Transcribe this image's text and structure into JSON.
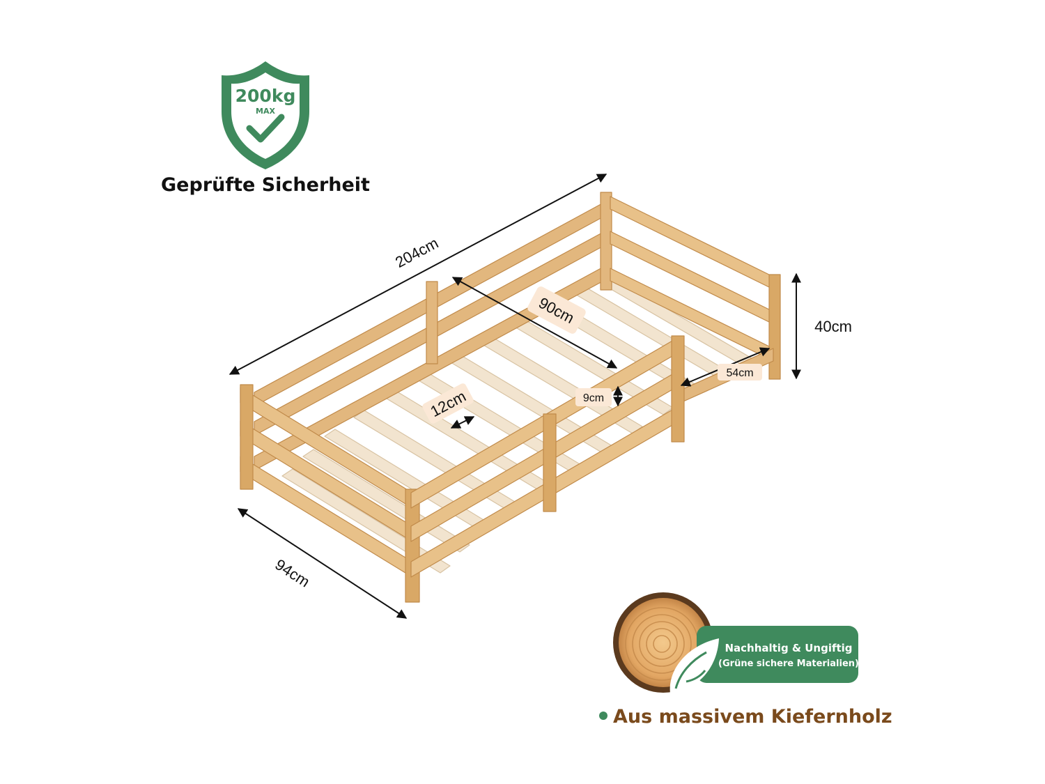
{
  "safety": {
    "weight": "200kg",
    "max_label": "MAX",
    "title": "Geprüfte Sicherheit",
    "color": "#3f8a5d"
  },
  "dimensions": {
    "length": "204cm",
    "inner_width": "90cm",
    "height": "40cm",
    "opening": "54cm",
    "rail_gap": "9cm",
    "slat_gap": "12cm",
    "depth": "94cm"
  },
  "material": {
    "badge_line1": "Nachhaltig & Ungiftig",
    "badge_line2": "(Grüne sichere Materialien)",
    "title": "Aus massivem Kiefernholz",
    "badge_color": "#3f8a5d",
    "title_color": "#7a4a1c",
    "icon": "leaf-icon"
  },
  "colors": {
    "wood": "#e2b77e",
    "wood_dark": "#c69254",
    "slat": "#f2e4cf"
  }
}
